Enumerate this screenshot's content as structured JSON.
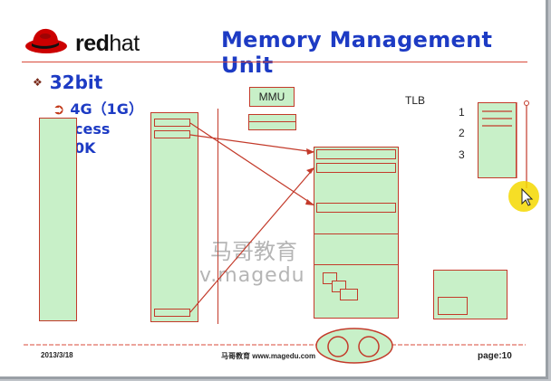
{
  "header": {
    "logo_text_bold": "red",
    "logo_text_light": "hat",
    "title": "Memory Management Unit"
  },
  "bullets": {
    "level1": "32bit",
    "level2": "4G（1G）",
    "level3a": "cess",
    "level3b": "0K"
  },
  "diagram": {
    "mmu_label": "MMU",
    "tlb_label": "TLB",
    "tlb_numbers": [
      "1",
      "2",
      "3"
    ]
  },
  "watermark": {
    "line1": "马哥教育",
    "line2": "v.magedu"
  },
  "footer": {
    "date": "2013/3/18",
    "site": "马哥教育 www.magedu.com",
    "page_label": "page:",
    "page_number": "10"
  },
  "colors": {
    "title_blue": "#1d3bc4",
    "box_fill": "#c8f0c8",
    "box_border": "#c33a2a",
    "cursor_highlight": "#f5d800"
  },
  "icons": [
    "redhat-hat-icon",
    "bullet-diamond-icon",
    "bullet-arrow-icon",
    "mouse-cursor-icon"
  ]
}
